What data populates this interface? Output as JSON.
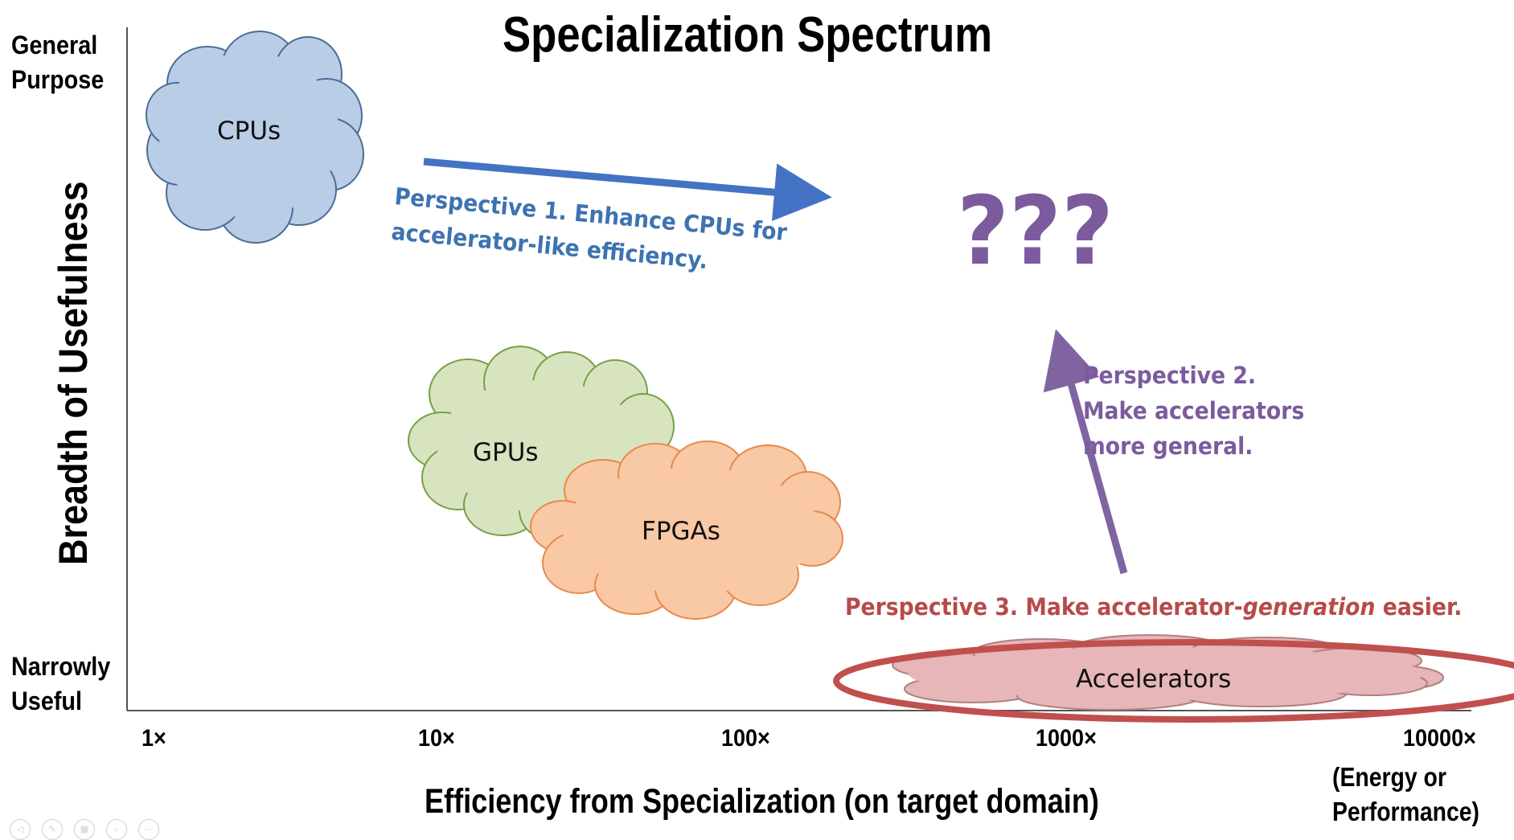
{
  "title": "Specialization Spectrum",
  "y_axis": {
    "title": "Breadth of Usefulness",
    "top_label": [
      "General",
      "Purpose"
    ],
    "bottom_label": [
      "Narrowly",
      "Useful"
    ]
  },
  "x_axis": {
    "title": "Efficiency from Specialization (on target domain)",
    "ticks": [
      "1×",
      "10×",
      "100×",
      "1000×",
      "10000×"
    ],
    "unit": [
      "(Energy or",
      "Performance)"
    ]
  },
  "clouds": {
    "cpus": "CPUs",
    "gpus": "GPUs",
    "fpgas": "FPGAs",
    "accelerators": "Accelerators"
  },
  "question_marks": "???",
  "perspectives": {
    "p1": [
      "Perspective 1. Enhance CPUs for",
      "accelerator-like efficiency."
    ],
    "p2": [
      "Perspective 2.",
      "Make accelerators",
      "more general."
    ],
    "p3": {
      "before": "Perspective 3. Make accelerator-",
      "emphasis": "generation",
      "after": " easier."
    }
  },
  "colors": {
    "cpu_fill": "#b9cde6",
    "cpu_stroke": "#4a6d96",
    "gpu_fill": "#d8e4bf",
    "gpu_stroke": "#76a046",
    "fpga_fill": "#f9c8a4",
    "fpga_stroke": "#e8894a",
    "acc_fill": "#e6b6b8",
    "acc_stroke": "#b08080",
    "ellipse": "#c0504d",
    "p1": "#3d73b0",
    "p2": "#7b5b9e",
    "p3": "#b84a4a"
  }
}
